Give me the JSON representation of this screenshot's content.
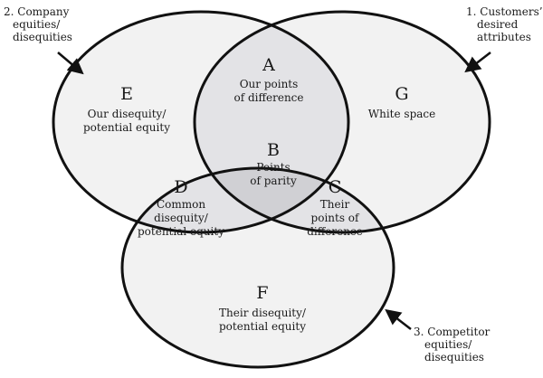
{
  "colors": {
    "outline": "#111111",
    "fill_single": "#f2f2f2",
    "fill_double": "#e3e3e6",
    "fill_triple": "#d0d0d4",
    "text": "#1a1a1a"
  },
  "regions": {
    "A": {
      "letter": "A",
      "lines": [
        "Our points",
        "of difference"
      ]
    },
    "B": {
      "letter": "B",
      "lines": [
        "Points",
        "of parity"
      ]
    },
    "C": {
      "letter": "C",
      "lines": [
        "Their",
        "points of",
        "difference"
      ]
    },
    "D": {
      "letter": "D",
      "lines": [
        "Common",
        "disequity/",
        "potential equity"
      ]
    },
    "E": {
      "letter": "E",
      "lines": [
        "Our disequity/",
        "potential equity"
      ]
    },
    "F": {
      "letter": "F",
      "lines": [
        "Their disequity/",
        "potential equity"
      ]
    },
    "G": {
      "letter": "G",
      "lines": [
        "White space"
      ]
    }
  },
  "callouts": {
    "company": {
      "lines": [
        "2. Company",
        "equities/",
        "disequities"
      ]
    },
    "customers": {
      "lines": [
        "1. Customers’",
        "desired",
        "attributes"
      ]
    },
    "competitor": {
      "lines": [
        "3. Competitor",
        "equities/",
        "disequities"
      ]
    }
  }
}
